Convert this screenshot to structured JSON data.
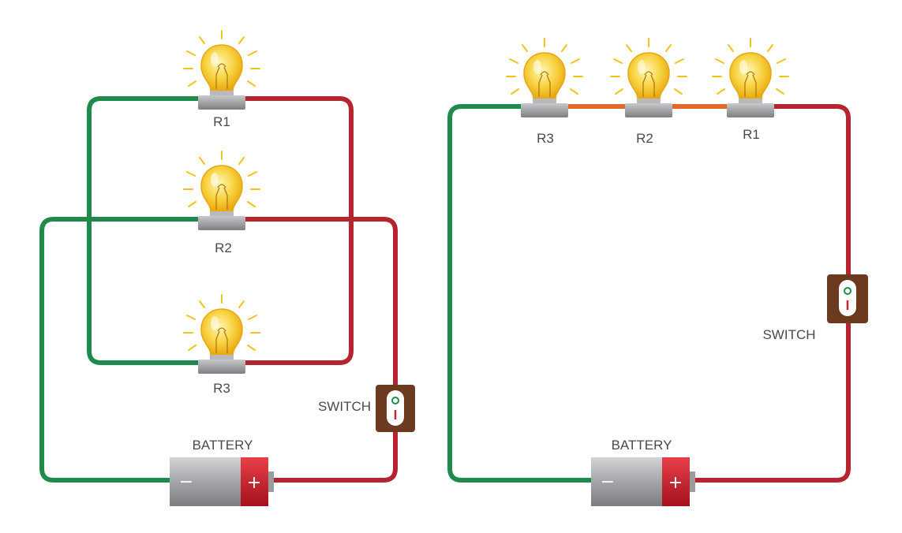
{
  "colors": {
    "wire_negative": "#1f8a4c",
    "wire_positive": "#b5252f",
    "wire_series_link": "#e0692a",
    "switch_body": "#6b3a1f",
    "battery_body": "#a9abad",
    "battery_cap": "#c62530",
    "bulb_glow": "#f5c518"
  },
  "parallel_circuit": {
    "bulbs": [
      {
        "label": "R1",
        "icon": "light-bulb-icon"
      },
      {
        "label": "R2",
        "icon": "light-bulb-icon"
      },
      {
        "label": "R3",
        "icon": "light-bulb-icon"
      }
    ],
    "switch_label": "SWITCH",
    "battery_label": "BATTERY",
    "battery_negative": "−",
    "battery_positive": "+"
  },
  "series_circuit": {
    "bulbs": [
      {
        "label": "R3",
        "icon": "light-bulb-icon"
      },
      {
        "label": "R2",
        "icon": "light-bulb-icon"
      },
      {
        "label": "R1",
        "icon": "light-bulb-icon"
      }
    ],
    "switch_label": "SWITCH",
    "battery_label": "BATTERY",
    "battery_negative": "−",
    "battery_positive": "+"
  }
}
